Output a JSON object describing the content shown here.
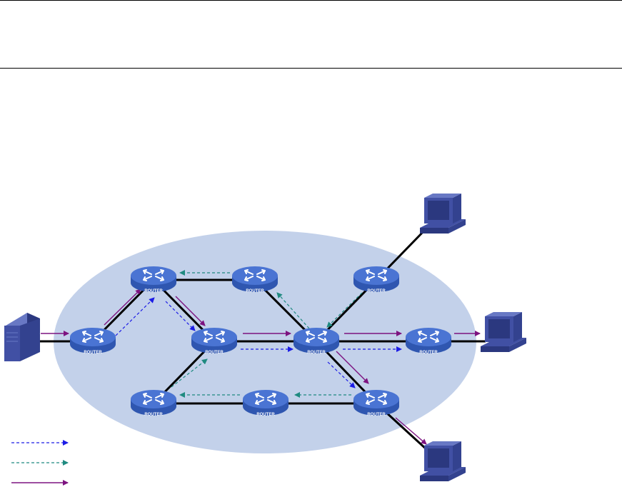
{
  "router_label": "ROUTER",
  "colors": {
    "domain_fill": "#c3d1ea",
    "router_body": "#2f56b0",
    "router_top": "#4a74d3",
    "link": "#000000",
    "blue_arrow": "#1c1ce6",
    "teal_arrow": "#1f8a80",
    "purple_arrow": "#7d1380",
    "device_blue": "#4150a4"
  },
  "icons": {
    "router": "router-icon",
    "server": "server-icon",
    "host": "desktop-computer-icon"
  },
  "legend": [
    {
      "style": "dashed",
      "color": "blue_arrow"
    },
    {
      "style": "dashed",
      "color": "teal_arrow"
    },
    {
      "style": "solid",
      "color": "purple_arrow"
    }
  ]
}
